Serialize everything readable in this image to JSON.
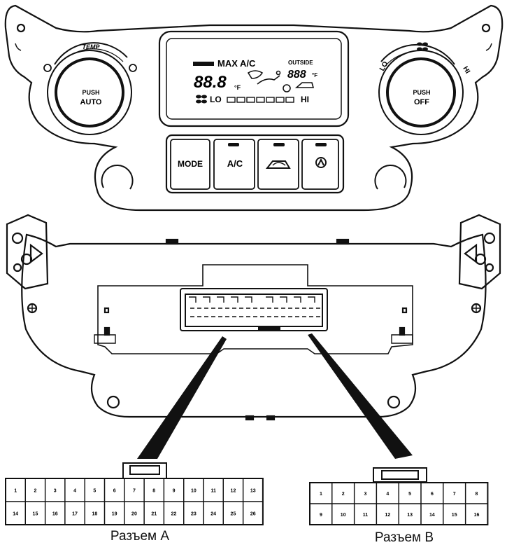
{
  "panel": {
    "temp_label": "TEMP",
    "left_knob_line1": "PUSH",
    "left_knob_line2": "AUTO",
    "right_knob_line1": "PUSH",
    "right_knob_line2": "OFF",
    "lo_label": "LO",
    "hi_label": "HI",
    "display": {
      "max_ac": "MAX A/C",
      "outside": "OUTSIDE",
      "temp_digits": "88.8",
      "temp_unit": "°F",
      "outside_digits": "888",
      "outside_unit": "°F",
      "fan_lo": "LO",
      "fan_hi": "HI"
    },
    "buttons": {
      "mode": "MODE",
      "ac": "A/C"
    }
  },
  "connector_a": {
    "caption": "Разъем A",
    "row1": [
      "1",
      "2",
      "3",
      "4",
      "5",
      "6",
      "7",
      "8",
      "9",
      "10",
      "11",
      "12",
      "13"
    ],
    "row2": [
      "14",
      "15",
      "16",
      "17",
      "18",
      "19",
      "20",
      "21",
      "22",
      "23",
      "24",
      "25",
      "26"
    ]
  },
  "connector_b": {
    "caption": "Разъем B",
    "row1": [
      "1",
      "2",
      "3",
      "4",
      "5",
      "6",
      "7",
      "8"
    ],
    "row2": [
      "9",
      "10",
      "11",
      "12",
      "13",
      "14",
      "15",
      "16"
    ]
  }
}
